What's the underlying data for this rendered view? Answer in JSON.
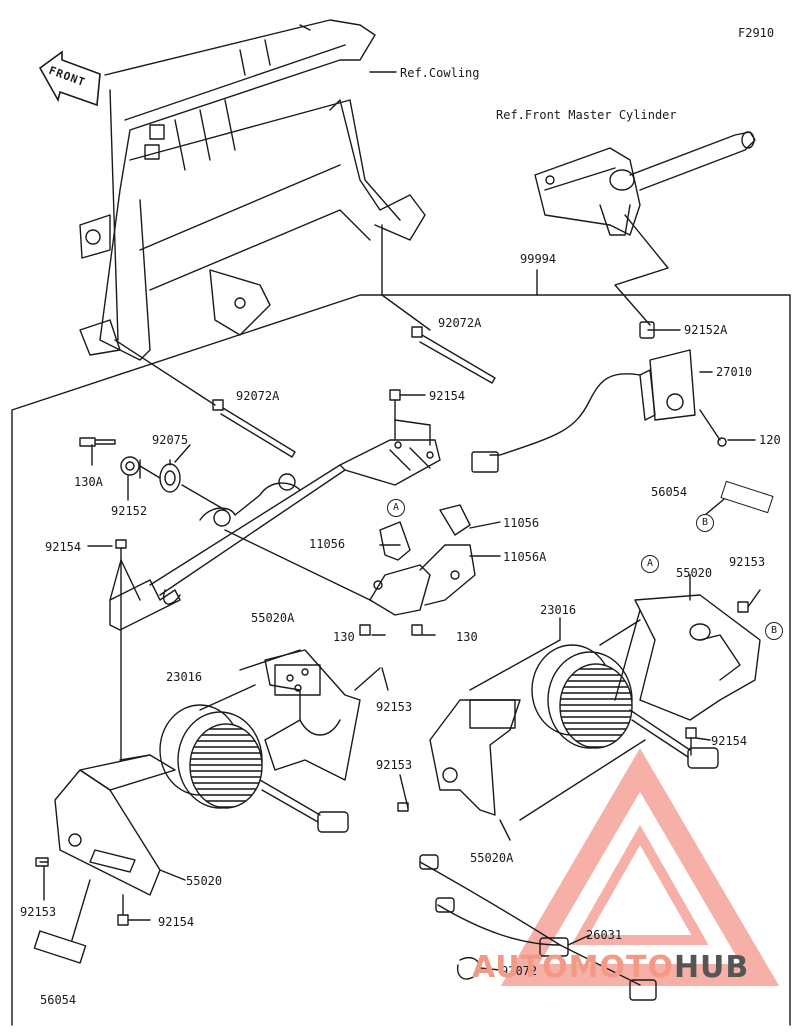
{
  "figure_code": "F2910",
  "front_label": "FRONT",
  "refs": {
    "cowling": "Ref.Cowling",
    "master_cylinder": "Ref.Front Master Cylinder"
  },
  "circles": {
    "a": "A",
    "b": "B"
  },
  "parts": {
    "p99994": "99994",
    "p92072A_1": "92072A",
    "p92072A_2": "92072A",
    "p92152A": "92152A",
    "p27010": "27010",
    "p120": "120",
    "p92154_1": "92154",
    "p92075": "92075",
    "p130A": "130A",
    "p92152": "92152",
    "p56054_1": "56054",
    "p11056_1": "11056",
    "p11056_2": "11056",
    "p11056A": "11056A",
    "p92154_2": "92154",
    "p55020_1": "55020",
    "p92153_1": "92153",
    "p23016_1": "23016",
    "p55020A_1": "55020A",
    "p130_1": "130",
    "p130_2": "130",
    "p23016_2": "23016",
    "p92153_2": "92153",
    "p92154_3": "92154",
    "p92153_3": "92153",
    "p55020A_2": "55020A",
    "p55020_2": "55020",
    "p92153_4": "92153",
    "p92154_4": "92154",
    "p56054_2": "56054",
    "p26031": "26031",
    "p92072": "92072"
  },
  "watermark": {
    "part1": "AUTOMOTO",
    "part2": "HUB"
  },
  "colors": {
    "line": "#1a1a1a",
    "watermark_red": "#f08070",
    "watermark_gray": "#555555"
  }
}
